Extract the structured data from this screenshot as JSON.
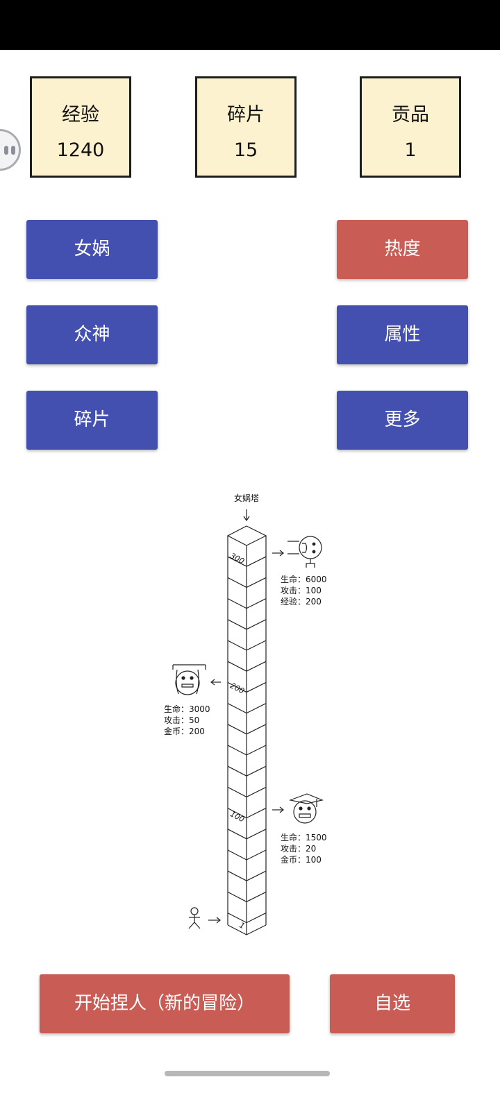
{
  "stats": [
    {
      "label": "经验",
      "value": "1240"
    },
    {
      "label": "碎片",
      "value": "15"
    },
    {
      "label": "贡品",
      "value": "1"
    }
  ],
  "buttons": {
    "nuwa": "女娲",
    "heat": "热度",
    "gods": "众神",
    "attributes": "属性",
    "fragments": "碎片",
    "more": "更多",
    "start": "开始捏人（新的冒险）",
    "custom": "自选"
  },
  "tower": {
    "title": "女娲塔",
    "floor_labels": [
      "300",
      "200",
      "100",
      "1"
    ],
    "bosses": [
      {
        "floor": "300",
        "lines": [
          "生命：6000",
          "攻击：100",
          "经验：200"
        ]
      },
      {
        "floor": "200",
        "lines": [
          "生命：3000",
          "攻击：50",
          "金币：200"
        ]
      },
      {
        "floor": "100",
        "lines": [
          "生命：1500",
          "攻击：20",
          "金币：100"
        ]
      }
    ]
  },
  "colors": {
    "primary_blue": "#4350b0",
    "accent_red": "#c95c55",
    "stat_bg": "#fdf2d0"
  }
}
